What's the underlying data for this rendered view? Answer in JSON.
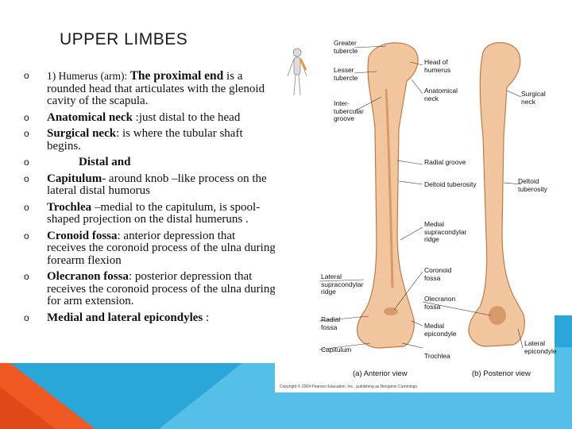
{
  "slide": {
    "title": "UPPER LIMBES",
    "bullet_mark": "o",
    "bullets": [
      {
        "term": "1) Humerus (arm): ",
        "term2": "The proximal end",
        "text": " is a rounded head that articulates with the glenoid cavity of the scapula."
      },
      {
        "term": "Anatomical neck",
        "text": " :just distal to the head"
      },
      {
        "term": "Surgical neck",
        "text": ": is where the tubular shaft begins."
      },
      {
        "term": "Distal and",
        "text": ""
      },
      {
        "term": "Capitulum",
        "text": "- around knob –like process on the lateral distal humorus"
      },
      {
        "term": "Trochlea",
        "text": " –medial to the capitulum, is spool-shaped projection on the distal humeruns ."
      },
      {
        "term": "Cronoid fossa",
        "text": ": anterior depression that receives the coronoid process of the ulna during forearm flexion"
      },
      {
        "term": "Olecranon fossa",
        "text": ": posterior depression that receives the coronoid process of the ulna during for arm extension."
      },
      {
        "term": "Medial and lateral epicondyles",
        "text": " :"
      }
    ]
  },
  "figure": {
    "labels": {
      "greater_tubercle": "Greater\ntubercle",
      "lesser_tubercle": "Lesser\ntubercle",
      "intertubercular_groove": "Inter-\ntubercular\ngroove",
      "head_of_humerus": "Head of\nhumerus",
      "anatomical_neck": "Anatomical\nneck",
      "surgical_neck": "Surgical\nneck",
      "radial_groove": "Radial groove",
      "deltoid_tuberosity_a": "Deltoid tuberosity",
      "deltoid_tuberosity_b": "Deltoid\ntuberosity",
      "medial_supracondylar_ridge": "Medial\nsupracondylar\nridge",
      "lateral_supracondylar_ridge": "Lateral\nsupracondylar\nridge",
      "coronoid_fossa": "Coronoid\nfossa",
      "olecranon_fossa": "Olecranon\nfossa",
      "radial_fossa": "Radial\nfossa",
      "medial_epicondyle": "Medial\nepicondyle",
      "lateral_epicondyle": "Lateral\nepicondyle",
      "capitulum": "Capitulum",
      "trochlea": "Trochlea"
    },
    "caption_anterior": "(a) Anterior view",
    "caption_posterior": "(b) Posterior view",
    "credit": "Copyright © 2004 Pearson Education, Inc., publishing as Benjamin Cummings.",
    "bone_color": "#f2c7a0",
    "bone_shadow": "#d89a6a"
  },
  "theme": {
    "accent_orange": "#f05a22",
    "accent_blue": "#2aa6d8",
    "accent_light_blue": "#54c0e8"
  }
}
